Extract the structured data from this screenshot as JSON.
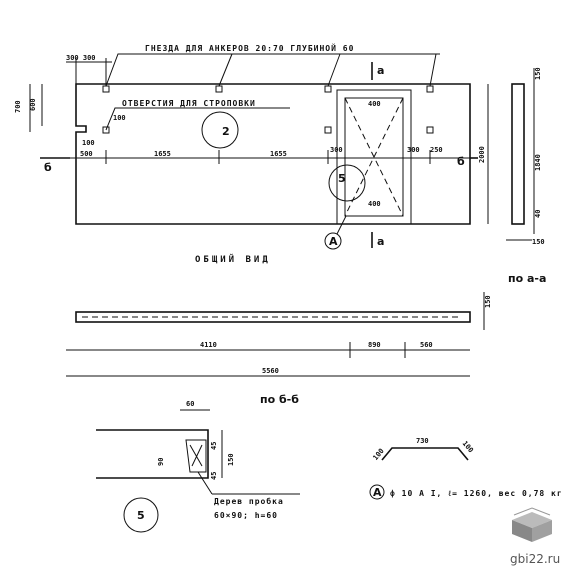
{
  "labels": {
    "anchor_sockets": "ГНЕЗДА ДЛЯ АНКЕРОВ 20:70 ГЛУБИНОЙ 60",
    "sling_holes": "ОТВЕРСТИЯ ДЛЯ СТРОПОВКИ",
    "general_view": "ОБЩИЙ ВИД",
    "section_aa": "по а-а",
    "section_bb": "по б-б",
    "wood_plug": "Дерев пробка",
    "wood_plug_size": "60×90; h=60",
    "rebar_spec": "ф 10 А I, ℓ= 1260, вес 0,78 кг",
    "watermark": "gbi22.ru"
  },
  "markers": {
    "a_top": "а",
    "a_bottom": "а",
    "b_left": "б",
    "b_right": "б",
    "node": "5",
    "item": "А",
    "circle_2": "2",
    "circle_5": "5"
  },
  "dims": {
    "top_300_300": "300 300",
    "left_700": "700",
    "left_600": "600",
    "left_100": "100",
    "left_500": "500",
    "bot_1655a": "1655",
    "bot_1655b": "1655",
    "b_300a": "300",
    "b_300b": "300",
    "b_250": "250",
    "b_100": "100",
    "hole_400a": "400",
    "hole_400b": "400",
    "h_2000": "2000",
    "side_150a": "150",
    "side_1840": "1840",
    "side_40": "40",
    "side_150b": "150",
    "len_4110": "4110",
    "len_890": "890",
    "len_560": "560",
    "len_5560": "5560",
    "sec_150": "150",
    "det_60": "60",
    "det_90": "90",
    "det_45a": "45",
    "det_150": "150",
    "det_45b": "45",
    "rebar_730": "730",
    "rebar_100a": "100",
    "rebar_100b": "100"
  }
}
